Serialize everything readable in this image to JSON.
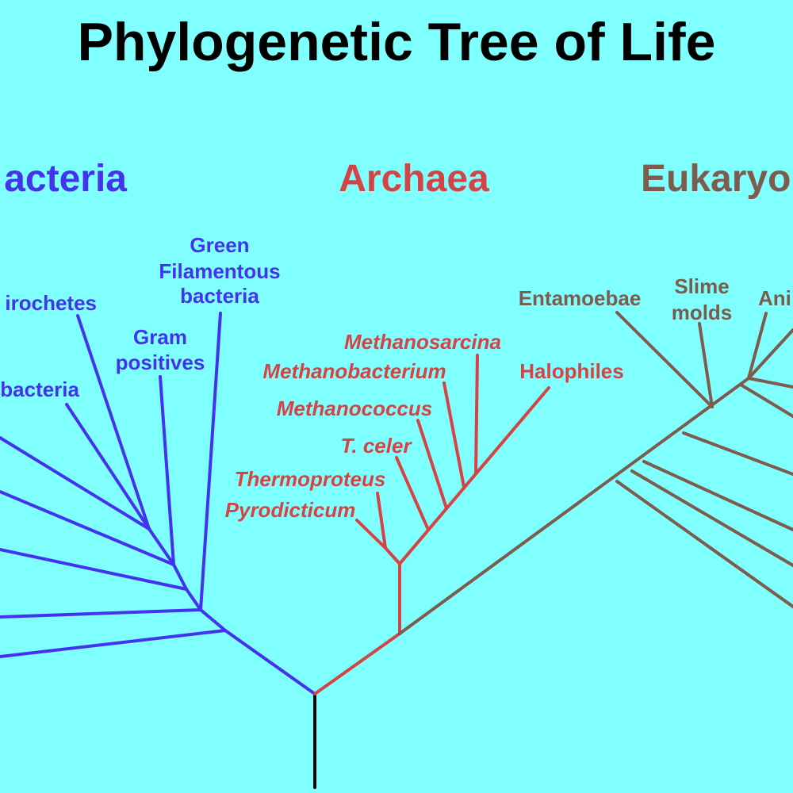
{
  "title": "Phylogenetic Tree of Life",
  "colors": {
    "background": "#80FFFF",
    "bacteria": "#4433EE",
    "archaea": "#D44444",
    "eukaryota": "#7D5B4D",
    "root": "#000000"
  },
  "domains": {
    "bacteria": "acteria",
    "archaea": "Archaea",
    "eukaryota": "Eukaryo"
  },
  "bacteria_labels": {
    "spirochetes": "irochetes",
    "proteobacteria": "bacteria",
    "gram_positives": [
      "Gram",
      "positives"
    ],
    "green_filamentous": [
      "Green",
      "Filamentous",
      "bacteria"
    ]
  },
  "archaea_labels": {
    "methanosarcina": "Methanosarcina",
    "methanobacterium": "Methanobacterium",
    "halophiles": "Halophiles",
    "methanococcus": "Methanococcus",
    "t_celer": "T. celer",
    "thermoproteus": "Thermoproteus",
    "pyrodicticum": "Pyrodicticum"
  },
  "eukaryota_labels": {
    "entamoebae": "Entamoebae",
    "slime_molds": [
      "Slime",
      "molds"
    ],
    "animals": "Ani"
  }
}
